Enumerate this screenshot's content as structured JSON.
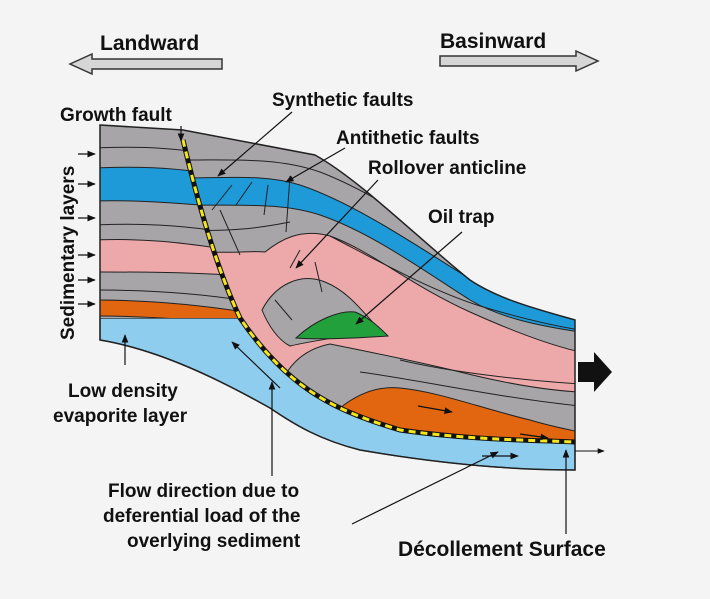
{
  "labels": {
    "landward": "Landward",
    "basinward": "Basinward",
    "growth_fault": "Growth fault",
    "synthetic_faults": "Synthetic faults",
    "antithetic_faults": "Antithetic faults",
    "rollover_anticline": "Rollover anticline",
    "oil_trap": "Oil trap",
    "sedimentary_layers": "Sedimentary layers",
    "low_density_line1": "Low density",
    "low_density_line2": "evaporite layer",
    "flow_line1": "Flow direction due to",
    "flow_line2": "deferential load of the",
    "flow_line3": "overlying sediment",
    "decollement": "Décollement Surface"
  },
  "colors": {
    "gray_layer": "#a7a5a7",
    "blue_layer": "#1e9ad8",
    "pink_layer": "#eda8aa",
    "orange_layer": "#e2650f",
    "evaporite": "#8fcdee",
    "oil": "#22a03c",
    "fault_dash": "#f5e51b",
    "arrow_fill": "#d6d6d6"
  },
  "icons": {
    "landward_arrow": "left-arrow-icon",
    "basinward_arrow": "right-arrow-icon",
    "flow_out_arrow": "black-right-arrow-icon"
  }
}
